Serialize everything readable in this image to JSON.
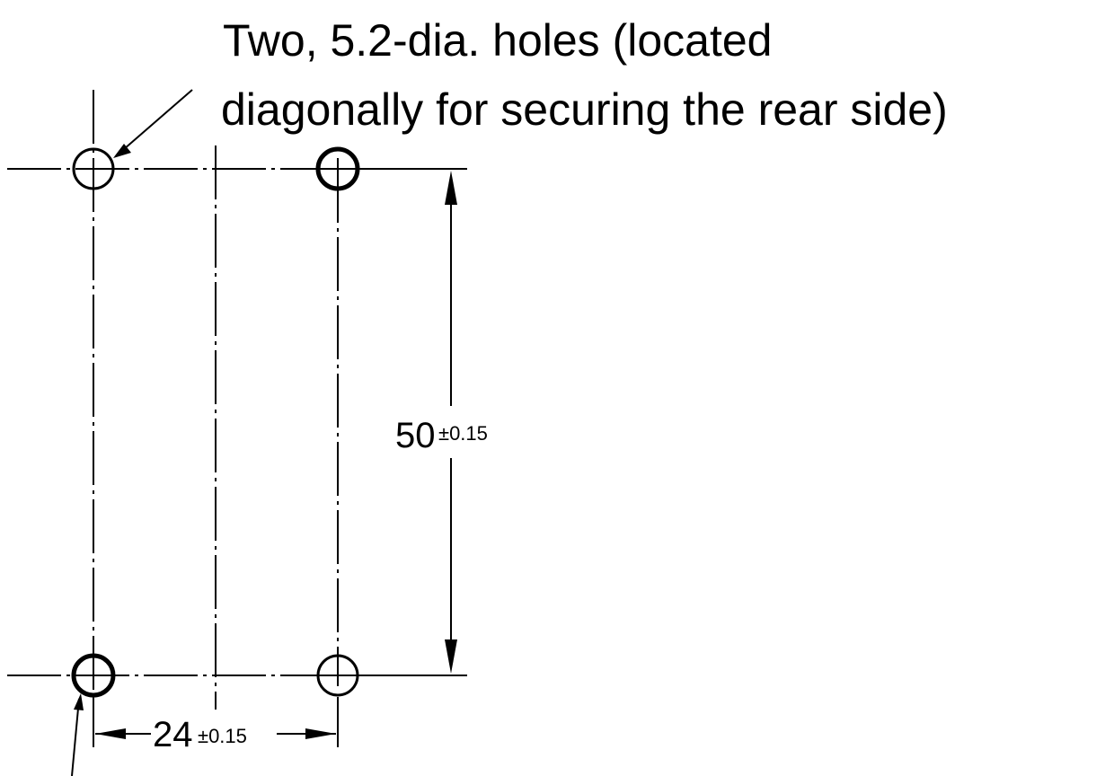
{
  "callout": {
    "line1": "Two, 5.2-dia. holes (located",
    "line2": "diagonally for securing the rear side)"
  },
  "dimensions": {
    "vertical": {
      "value": "50",
      "tolerance": "±0.15"
    },
    "horizontal": {
      "value": "24",
      "tolerance": "±0.15"
    }
  },
  "colors": {
    "ink": "#000000",
    "paper": "#ffffff"
  }
}
